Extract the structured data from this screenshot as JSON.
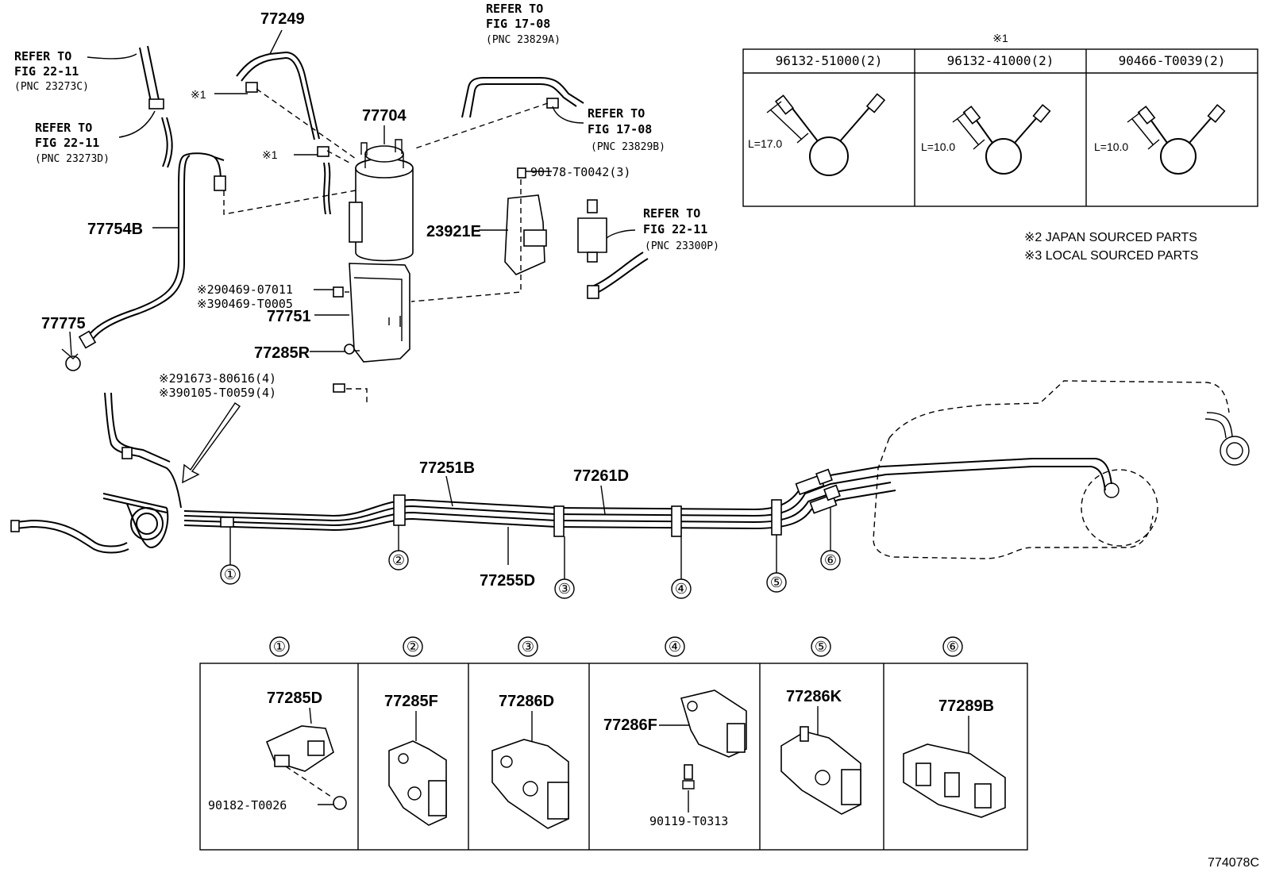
{
  "labels": {
    "p77249": "77249",
    "p77704": "77704",
    "p77754B": "77754B",
    "p77775": "77775",
    "p23921E": "23921E",
    "p77751": "77751",
    "p77285R": "77285R",
    "p77251B": "77251B",
    "p77261D": "77261D",
    "p77255D": "77255D",
    "p90178": "90178-T0042(3)",
    "p90469a": "※290469-07011",
    "p90469b": "※390469-T0005",
    "p91673": "※291673-80616(4)",
    "p90105": "※390105-T0059(4)",
    "mark1a": "※1",
    "mark1b": "※1"
  },
  "references": {
    "r1": {
      "line1": "REFER TO",
      "line2": "FIG 22-11",
      "line3": "(PNC 23273C)"
    },
    "r2": {
      "line1": "REFER TO",
      "line2": "FIG 22-11",
      "line3": "(PNC 23273D)"
    },
    "r3": {
      "line1": "REFER TO",
      "line2": "FIG 17-08",
      "line3": "(PNC 23829A)"
    },
    "r4": {
      "line1": "REFER TO",
      "line2": "FIG 17-08",
      "line3": "(PNC 23829B)"
    },
    "r5": {
      "line1": "REFER TO",
      "line2": "FIG 22-11",
      "line3": "(PNC 23300P)"
    }
  },
  "clip_table": {
    "mark": "※1",
    "columns": [
      "96132-51000(2)",
      "96132-41000(2)",
      "90466-T0039(2)"
    ],
    "lengths": [
      "L=17.0",
      "L=10.0",
      "L=10.0"
    ]
  },
  "notes": {
    "japan": "※2 JAPAN SOURCED PARTS",
    "local": "※3 LOCAL SOURCED PARTS"
  },
  "callouts": [
    "①",
    "②",
    "③",
    "④",
    "⑤",
    "⑥"
  ],
  "clamp_table": {
    "headers": [
      "①",
      "②",
      "③",
      "④",
      "⑤",
      "⑥"
    ],
    "cells": [
      {
        "part": "77285D",
        "sub": "90182-T0026"
      },
      {
        "part": "77285F",
        "sub": ""
      },
      {
        "part": "77286D",
        "sub": ""
      },
      {
        "part": "77286F",
        "sub": "90119-T0313"
      },
      {
        "part": "77286K",
        "sub": ""
      },
      {
        "part": "77289B",
        "sub": ""
      }
    ]
  },
  "figure_id": "774078C"
}
